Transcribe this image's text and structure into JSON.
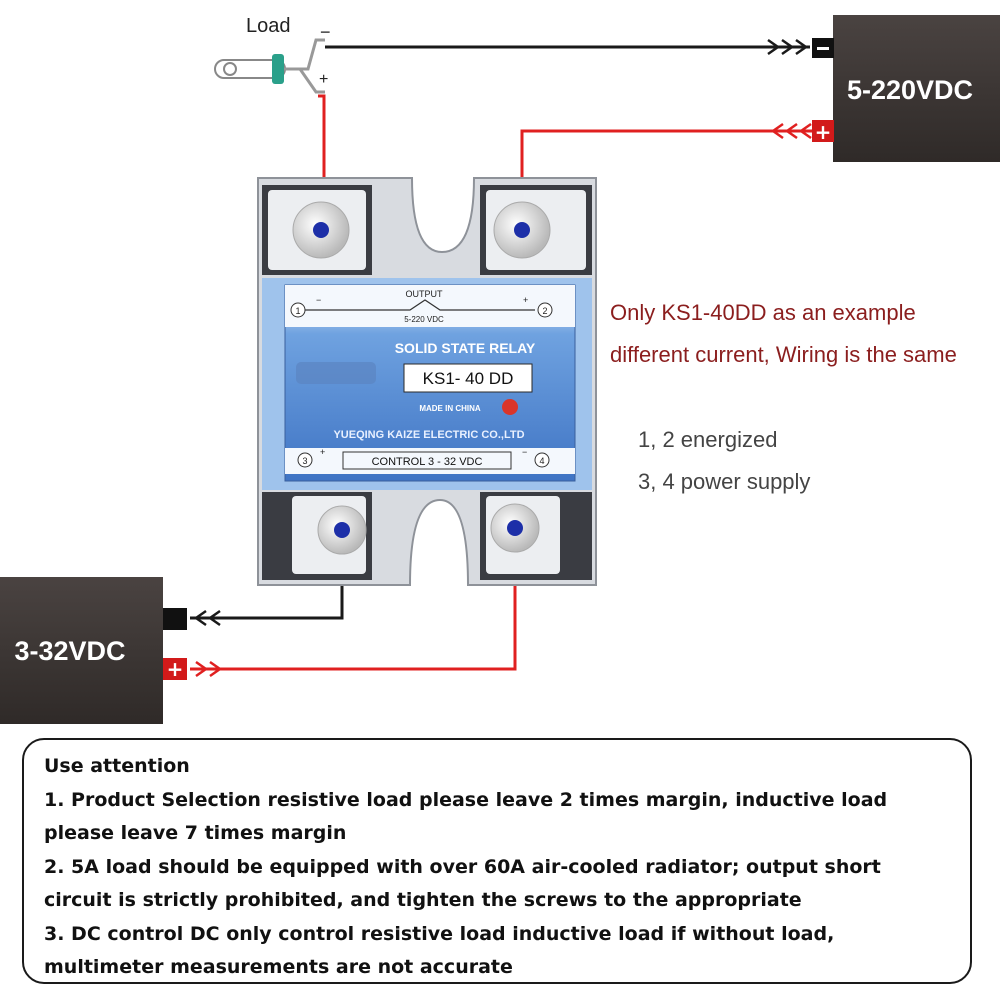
{
  "load": {
    "label": "Load",
    "minus": "−",
    "plus": "+"
  },
  "supply_output": {
    "label": "5-220VDC",
    "minus": "−",
    "plus": "+"
  },
  "supply_control": {
    "label": "3-32VDC",
    "minus": "−",
    "plus": "+"
  },
  "relay": {
    "output_label": "OUTPUT",
    "output_range": "5-220 VDC",
    "title": "SOLID STATE RELAY",
    "model": "KS1-  40 DD",
    "made_in": "MADE IN CHINA",
    "maker": "YUEQING KAIZE ELECTRIC CO.,LTD",
    "control": "CONTROL 3 - 32 VDC",
    "terminal_1": "1",
    "terminal_2": "2",
    "terminal_3": "3",
    "terminal_4": "4",
    "sign_minus_top": "−",
    "sign_plus_top": "+",
    "sign_plus_bottom": "+",
    "sign_minus_bottom": "−"
  },
  "notes": {
    "line1": "Only KS1-40DD as an example",
    "line2": "different current, Wiring is the same",
    "line3": "1, 2  energized",
    "line4": "3, 4  power supply"
  },
  "attention": {
    "title": "Use attention",
    "item1": "1. Product Selection resistive load please leave 2 times margin, inductive load please leave 7 times margin",
    "item2": "2. 5A load should be equipped with over 60A air-cooled radiator; output short circuit is strictly prohibited, and tighten the screws to the appropriate",
    "item3": "3. DC control DC only control resistive load inductive load if without load, multimeter measurements are not accurate"
  },
  "colors": {
    "wire_red": "#e02020",
    "wire_black": "#1a1a1a",
    "supply_box": "#3b3533",
    "relay_label_bg": "#5a8fd6",
    "note_text": "#8b1e1e"
  }
}
